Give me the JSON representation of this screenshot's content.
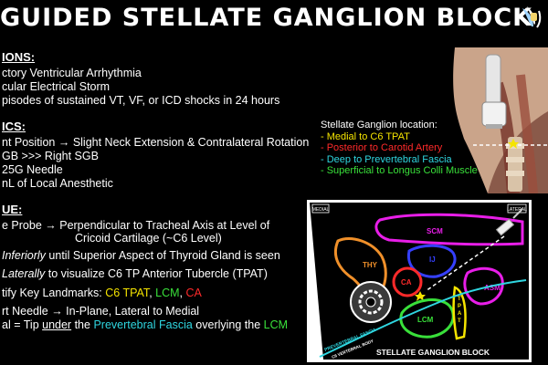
{
  "title": "GUIDED STELLATE GANGLION BLOCK",
  "indications": {
    "heading": "IONS:",
    "items": [
      "ctory Ventricular Arrhythmia",
      "cular Electrical Storm",
      "pisodes of sustained VT, VF, or ICD shocks in 24 hours"
    ]
  },
  "basics": {
    "heading": "ICS:",
    "items": [
      "nt Position → Slight Neck Extension & Contralateral Rotation",
      "GB >>> Right SGB",
      "25G Needle",
      "nL of Local Anesthetic"
    ]
  },
  "technique": {
    "heading": "UE:",
    "step1a": "e Probe → Perpendicular to Tracheal Axis at Level of",
    "step1b": "Cricoid Cartilage (~C6 Level)",
    "step2_pre": "",
    "step2_em": "Inferiorly",
    "step2_post": " until Superior Aspect of Thyroid Gland is seen",
    "step3_pre": "",
    "step3_em": "Laterally",
    "step3_post": " to visualize C6 TP Anterior Tubercle (TPAT)",
    "step4_pre": "tify Key Landmarks: ",
    "step4_c6": "C6 TPAT",
    "step4_sep1": ", ",
    "step4_lcm": "LCM",
    "step4_sep2": ", ",
    "step4_ca": "CA",
    "step5": "rt Needle → In-Plane, Lateral to Medial",
    "step6_pre": "al = Tip ",
    "step6_u": "under",
    "step6_mid": " the ",
    "step6_pvf": "Prevertebral Fascia",
    "step6_mid2": " overlying the ",
    "step6_lcm": "LCM"
  },
  "location": {
    "heading": "Stellate Ganglion location:",
    "items": [
      {
        "text": "- Medial to C6 TPAT",
        "color": "#f5e400"
      },
      {
        "text": "- Posterior to Carotid Artery",
        "color": "#ff2a2a"
      },
      {
        "text": "- Deep to Prevertebral Fascia",
        "color": "#2fd6e0"
      },
      {
        "text": "- Superficial to Longus Colli Muscle",
        "color": "#39e03a"
      }
    ]
  },
  "diagram": {
    "label_medial": "MEDIAL",
    "label_lateral": "LATERAL",
    "scm": "SCM",
    "thy": "THY",
    "ij": "IJ",
    "ca": "CA",
    "asm": "ASM",
    "lcm": "LCM",
    "tpat": [
      "T",
      "P",
      "A",
      "T"
    ],
    "pvf": "PREVERTEBRAL FASCIA",
    "c6": "C6 VERTEBRAL BODY",
    "footer": "STELLATE GANGLION BLOCK"
  },
  "colors": {
    "yellow": "#f5e400",
    "lime": "#39e03a",
    "red": "#ff2a2a",
    "cyan": "#2fd6e0",
    "magenta": "#e81ee8",
    "orange": "#f0902a",
    "blue": "#3540ff"
  },
  "icons": [
    "wing-logo-icon",
    "ultrasound-probe-icon",
    "trachea-ring-icon",
    "star-icon",
    "needle-icon"
  ]
}
